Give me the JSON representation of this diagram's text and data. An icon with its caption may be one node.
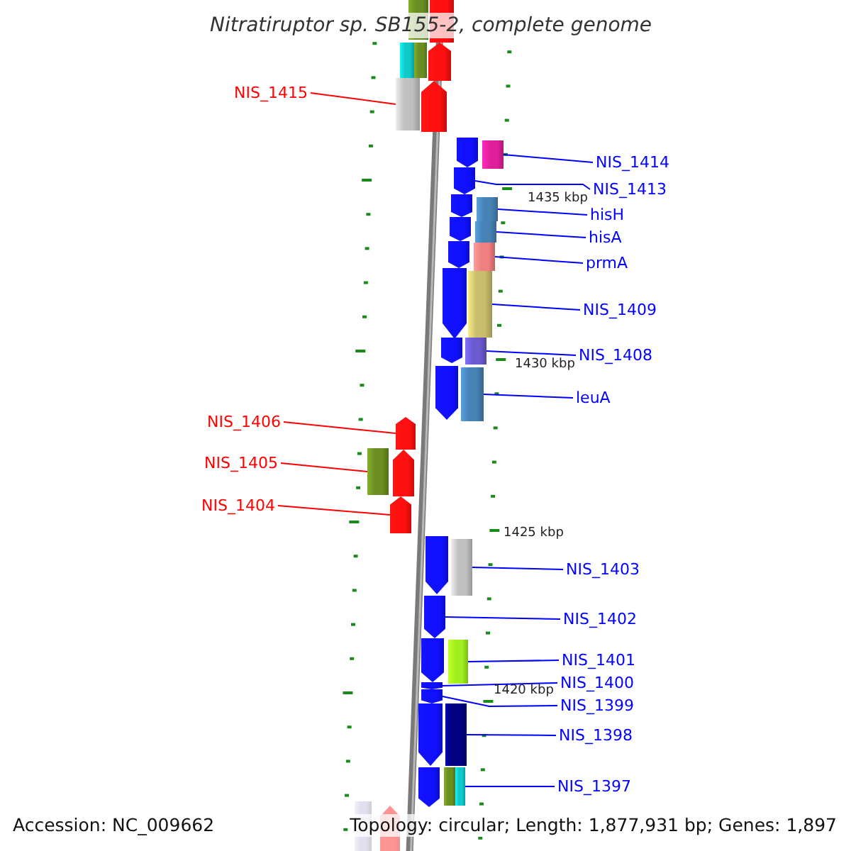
{
  "diagram": {
    "title": "Nitratiruptor sp. SB155-2, complete genome",
    "nodes": [
      {
        "text": [],
        "shape": "bar"
      },
      {
        "text": [],
        "shape": "pentagon"
      },
      {
        "text": [],
        "shape": "bar"
      },
      {
        "text": [],
        "shape": "bar"
      },
      {
        "text": [],
        "shape": "pentagon"
      },
      {
        "text": [],
        "shape": "bar"
      },
      {
        "text": [],
        "shape": "pentagon"
      },
      {
        "text": [],
        "shape": "pentagon"
      },
      {
        "text": [],
        "shape": "bar"
      },
      {
        "text": [],
        "shape": "pentagon"
      },
      {
        "text": [],
        "shape": "pentagon"
      },
      {
        "text": [],
        "shape": "bar"
      },
      {
        "text": [],
        "shape": "pentagon"
      },
      {
        "text": [],
        "shape": "bar"
      },
      {
        "text": [],
        "shape": "pentagon"
      },
      {
        "text": [],
        "shape": "bar"
      },
      {
        "text": [],
        "shape": "pentagon"
      },
      {
        "text": [],
        "shape": "bar"
      },
      {
        "text": [],
        "shape": "pentagon"
      },
      {
        "text": [],
        "shape": "bar"
      },
      {
        "text": [],
        "shape": "pentagon"
      },
      {
        "text": [],
        "shape": "bar"
      },
      {
        "text": [],
        "shape": "pentagon"
      },
      {
        "text": [],
        "shape": "bar"
      },
      {
        "text": [],
        "shape": "pentagon"
      },
      {
        "text": [],
        "shape": "pentagon"
      },
      {
        "text": [],
        "shape": "pentagon"
      },
      {
        "text": [],
        "shape": "bar"
      },
      {
        "text": [],
        "shape": "pentagon"
      },
      {
        "text": [],
        "shape": "pentagon"
      },
      {
        "text": [],
        "shape": "bar"
      },
      {
        "text": [],
        "shape": "pentagon"
      },
      {
        "text": [],
        "shape": "pentagon"
      },
      {
        "text": [],
        "shape": "pentagon"
      },
      {
        "text": [],
        "shape": "bar"
      },
      {
        "text": [],
        "shape": "pentagon"
      },
      {
        "text": [],
        "shape": "bar"
      },
      {
        "text": [],
        "shape": "bar"
      },
      {
        "text": [],
        "shape": "bar"
      },
      {
        "text": [],
        "shape": "pentagon"
      },
      {
        "text": [
          "NIS_1415"
        ]
      },
      {
        "text": [
          "NIS_1414"
        ]
      },
      {
        "text": [
          "NIS_1413"
        ]
      },
      {
        "text": [
          "hisH"
        ]
      },
      {
        "text": [
          "hisA"
        ]
      },
      {
        "text": [
          "prmA"
        ]
      },
      {
        "text": [
          "NIS_1409"
        ]
      },
      {
        "text": [
          "NIS_1408"
        ]
      },
      {
        "text": [
          "leuA"
        ]
      },
      {
        "text": [
          "NIS_1406"
        ]
      },
      {
        "text": [
          "NIS_1405"
        ]
      },
      {
        "text": [
          "NIS_1404"
        ]
      },
      {
        "text": [
          "NIS_1403"
        ]
      },
      {
        "text": [
          "NIS_1402"
        ]
      },
      {
        "text": [
          "NIS_1401"
        ]
      },
      {
        "text": [
          "NIS_1400"
        ]
      },
      {
        "text": [
          "NIS_1399"
        ]
      },
      {
        "text": [
          "NIS_1398"
        ]
      },
      {
        "text": [
          "NIS_1397"
        ]
      }
    ],
    "edges": [
      {
        "from": 40,
        "to": 5,
        "arrow": "none",
        "color": "#ff0000"
      },
      {
        "from": 41,
        "to": 8,
        "arrow": "none"
      },
      {
        "from": 42,
        "to": 9,
        "arrow": "none"
      },
      {
        "from": 43,
        "to": 11,
        "arrow": "none"
      },
      {
        "from": 44,
        "to": 13,
        "arrow": "none"
      },
      {
        "from": 45,
        "to": 15,
        "arrow": "none"
      },
      {
        "from": 46,
        "to": 17,
        "arrow": "none"
      },
      {
        "from": 47,
        "to": 19,
        "arrow": "none"
      },
      {
        "from": 48,
        "to": 21,
        "arrow": "none"
      },
      {
        "from": 49,
        "to": 22,
        "arrow": "none",
        "color": "#ff0000"
      },
      {
        "from": 50,
        "to": 23,
        "arrow": "none",
        "color": "#ff0000"
      },
      {
        "from": 51,
        "to": 25,
        "arrow": "none",
        "color": "#ff0000"
      },
      {
        "from": 52,
        "to": 27,
        "arrow": "none"
      },
      {
        "from": 53,
        "to": 28,
        "arrow": "none"
      },
      {
        "from": 54,
        "to": 30,
        "arrow": "none"
      },
      {
        "from": 55,
        "to": 31,
        "arrow": "none"
      },
      {
        "from": 56,
        "to": 32,
        "arrow": "none"
      },
      {
        "from": 57,
        "to": 34,
        "arrow": "none"
      },
      {
        "from": 58,
        "to": 37,
        "arrow": "none"
      }
    ],
    "labels": [
      "1435 kbp",
      "1430 kbp",
      "1425 kbp",
      "1420 kbp",
      "Accession: NC_009662",
      "Topology: circular; Length: 1,877,931 bp; Genes: 1,897"
    ]
  }
}
